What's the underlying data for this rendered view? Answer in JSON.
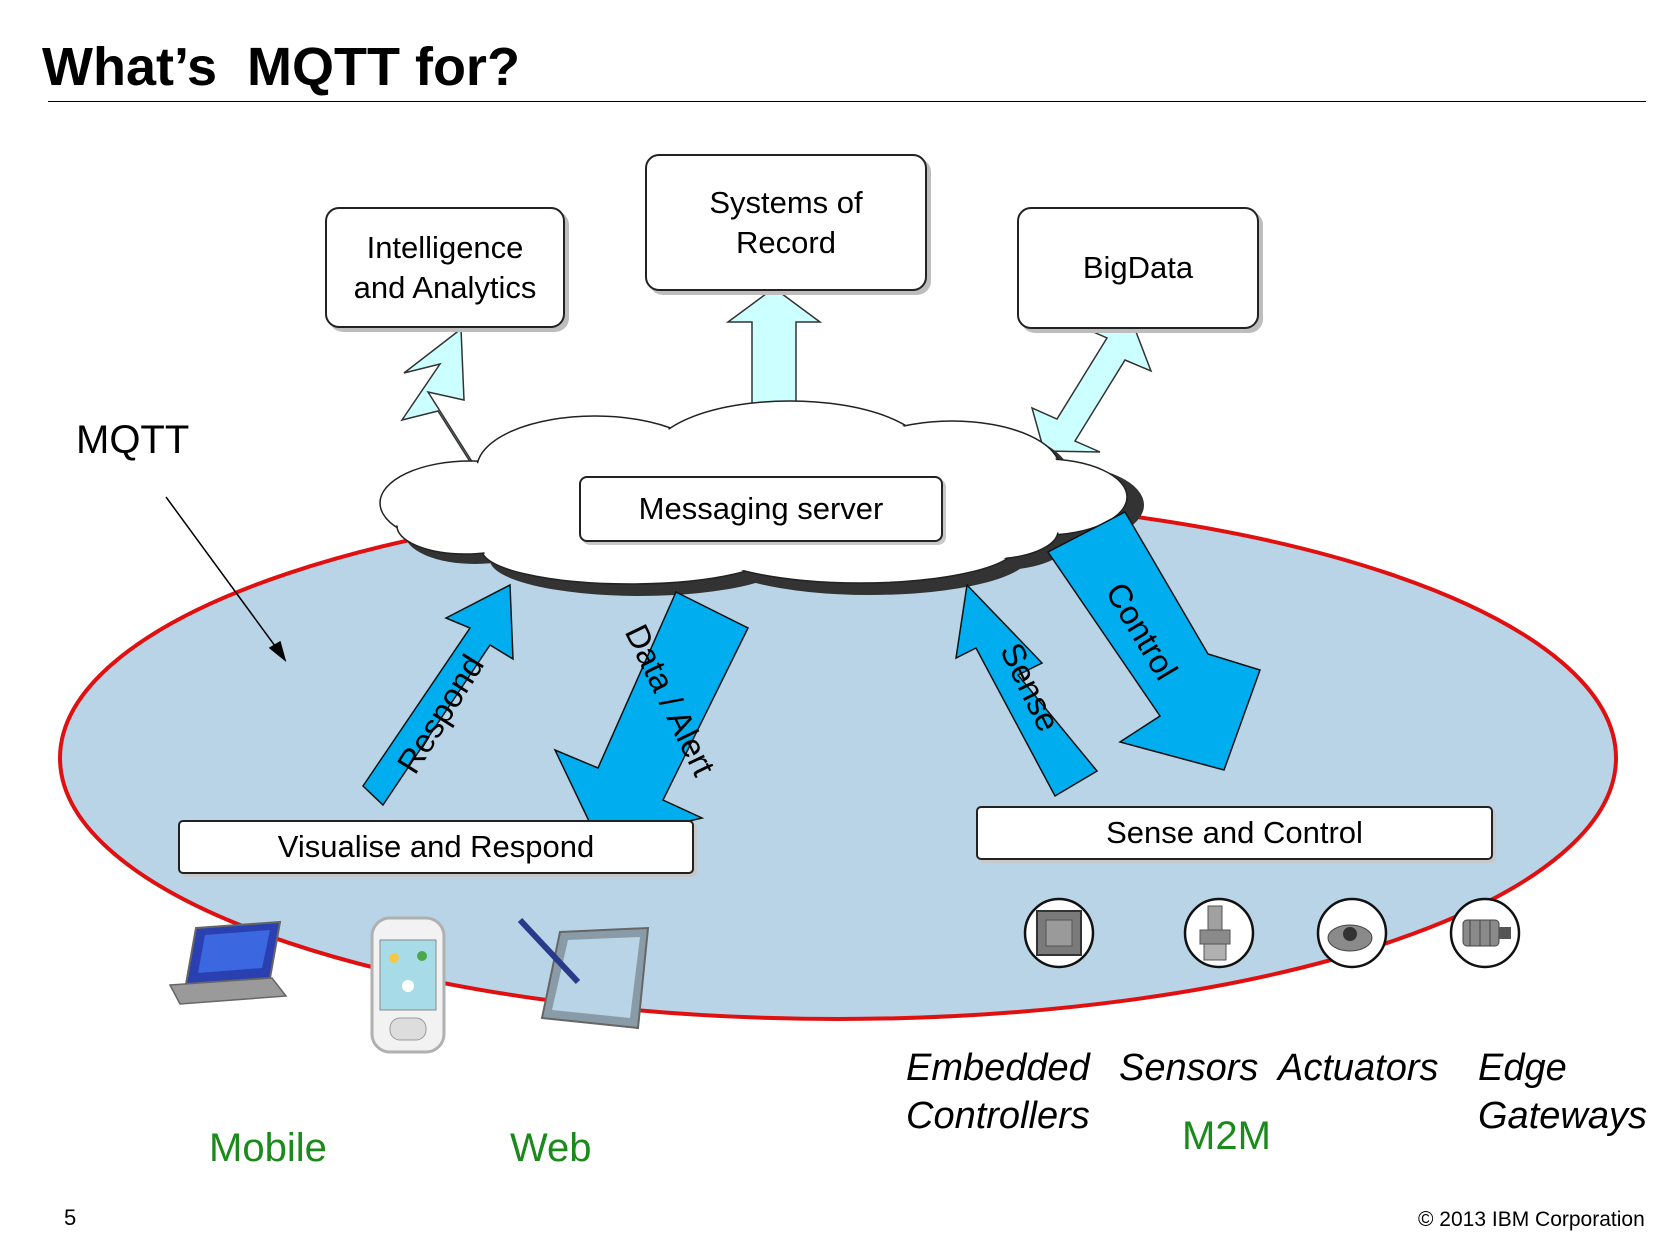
{
  "slide": {
    "title": "What’s  MQTT for?",
    "page_number": "5",
    "copyright": "© 2013 IBM Corporation"
  },
  "diagram": {
    "top_systems": {
      "intelligence": "Intelligence and Analytics",
      "systems_of_record": "Systems of Record",
      "bigdata": "BigData"
    },
    "messaging_server": "Messaging server",
    "mqtt_label": "MQTT",
    "flows": {
      "respond": "Respond",
      "data_alert": "Data / Alert",
      "sense": "Sense",
      "control": "Control"
    },
    "groups": {
      "visualise": "Visualise and Respond",
      "sense_control": "Sense and Control"
    },
    "device_labels": {
      "mobile": "Mobile",
      "web": "Web",
      "embedded": "Embedded Controllers",
      "sensors": "Sensors",
      "actuators": "Actuators",
      "edge": "Edge Gateways",
      "m2m": "M2M"
    },
    "icons": [
      "laptop-icon",
      "smartphone-icon",
      "tablet-stylus-icon",
      "chip-icon",
      "robot-arm-icon",
      "fingerprint-sensor-icon",
      "motor-icon"
    ],
    "colors": {
      "ellipse_fill": "#b8d4e6",
      "ellipse_border": "#e01010",
      "flow_arrow": "#00aeef",
      "system_arrow": "#ccffff",
      "device_label_green": "#1a8a1a"
    }
  }
}
